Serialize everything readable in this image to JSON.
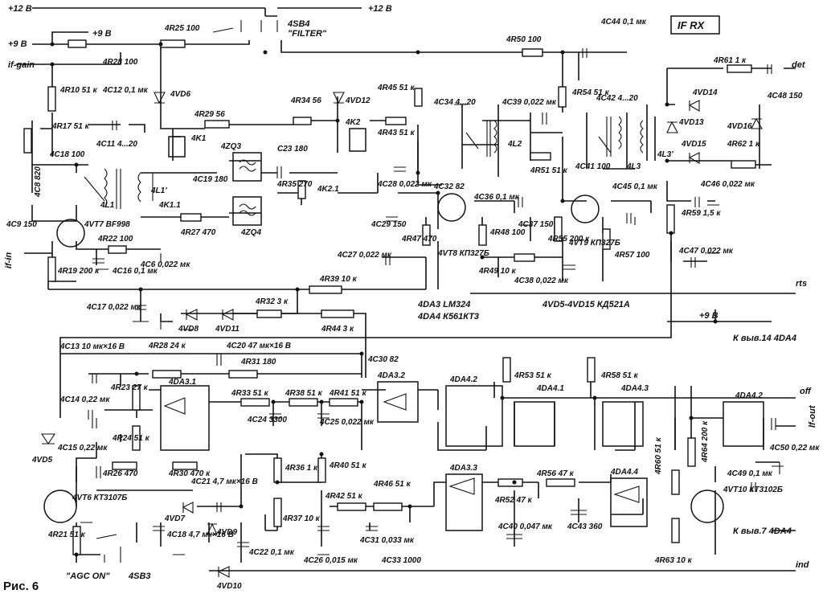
{
  "title_box": "IF RX",
  "figure_label": "Рис. 6",
  "rails": {
    "top": "+12 В",
    "top_right": "+12 В",
    "plus9": "+9 В",
    "plus9_b": "+9 В",
    "plus9_c": "+9 В"
  },
  "ports": {
    "if_gain": "if-gain",
    "if_in": "if-in",
    "det": "det",
    "rts": "rts",
    "off": "off",
    "lf_out": "lf-out",
    "ind": "ind",
    "pin14": "К выв.14 4DA4",
    "pin7": "К выв.7 4DA4"
  },
  "switches": {
    "sb4": "4SB4",
    "sb4_name": "\"FILTER\"",
    "sb3": "4SB3",
    "sb3_name": "\"AGC ON\""
  },
  "notes": {
    "da3": "4DA3 LM324",
    "da4": "4DA4 К561КТ3",
    "vd": "4VD5-4VD15 КД521А"
  },
  "components": [
    "4R25 100",
    "4R28 100",
    "4R10 51 к",
    "4R17 51 к",
    "4C12 0,1 мк",
    "4C11 4...20",
    "4C18 100",
    "4C8 820",
    "4L1",
    "4C9 150",
    "4VT7 BF998",
    "4R22 100",
    "4R19 200 к",
    "4C16 0,1 мк",
    "4VD6",
    "4R29 56",
    "4K1",
    "4ZQ3",
    "4C19 180",
    "4L1'",
    "4K1.1",
    "4R27 470",
    "4ZQ4",
    "4C6 0,022 мк",
    "C23 180",
    "4R35 270",
    "4K2.1",
    "4R34 56",
    "4VD12",
    "4K2",
    "4R45 51 к",
    "4R43 51 к",
    "4C34 4...20",
    "4C28 0,022 мк",
    "4C32 82",
    "4C29 150",
    "4C27 0,022 мк",
    "4R47 470",
    "4VT8 КП327Б",
    "4C39 0,022 мк",
    "4L2",
    "4R51 51 к",
    "4C36 0,1 мк",
    "4R48 100",
    "4C37 150",
    "4R49 10 к",
    "4C38 0,022 мк",
    "4R55 200 к",
    "4R50 100",
    "4C44 0,1 мк",
    "4R54 51 к",
    "4C42 4...20",
    "4C41 100",
    "4L3",
    "4VT9 КП327Б",
    "4C45 0,1 мк",
    "4R57 100",
    "4R61 1 к",
    "4C48 150",
    "4VD14",
    "4VD13",
    "4VD16",
    "4VD15",
    "4L3'",
    "4R62 1 к",
    "4C46 0,022 мк",
    "4R59 1,5 к",
    "4C47 0,022 мк",
    "4R39 10 к",
    "4C17 0,022 мк",
    "4R32 3 к",
    "4VD8",
    "4VD11",
    "4R44 3 к",
    "4C13 10 мк×16 В",
    "4R28 24 к",
    "4C20 47 мк×16 В",
    "4R31 180",
    "4C30 82",
    "4C14 0,22 мк",
    "4R23 27 к",
    "4DA3.1",
    "4R33 51 к",
    "4R38 51 к",
    "4R41 51 к",
    "4DA3.2",
    "4DA4.2",
    "4R53 51 к",
    "4DA4.1",
    "4R58 51 к",
    "4DA4.3",
    "4DA4.2",
    "4R24 51 к",
    "4C24 3300",
    "4C25 0,022 мк",
    "4C15 0,22 мк",
    "4R26 470",
    "4R30 470 к",
    "4C21 4,7 мк×16 В",
    "4R36 1 к",
    "4R40 51 к",
    "4DA3.3",
    "4R52 47 к",
    "4R56 47 к",
    "4C40 0,047 мк",
    "4C43 360",
    "4DA4.4",
    "4R60 51 к",
    "4R64 200 к",
    "4C49 0,1 мк",
    "4C50 0,22 мк",
    "4VT10 КТ3102Б",
    "4VT6 КТ3107Б",
    "4R21 51 к",
    "4VD7",
    "4C18 4,7 мк×16 В",
    "4VD9",
    "4C22 0,1 мк",
    "4R37 10 к",
    "4R42 51 к",
    "4R46 51 к",
    "4C31 0,033 мк",
    "4C26 0,015 мк",
    "4C33 1000",
    "4R63 10 к",
    "4VD10",
    "4VD5"
  ]
}
